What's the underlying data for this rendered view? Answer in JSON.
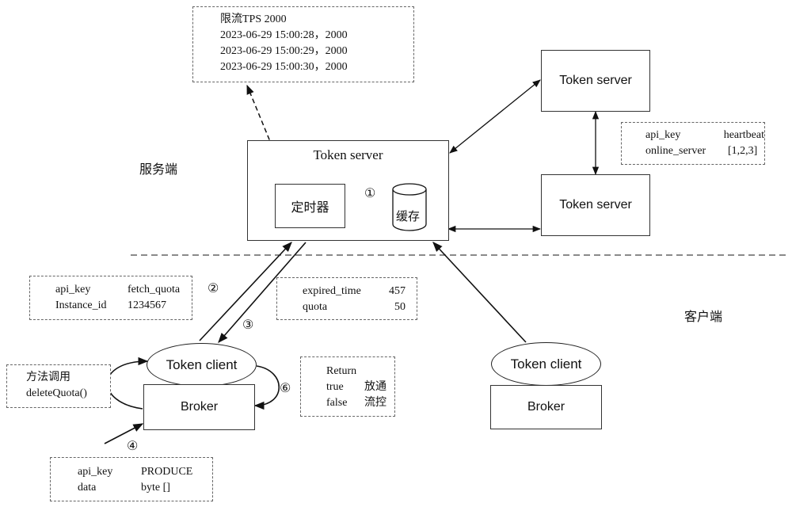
{
  "server_label": "服务端",
  "client_label": "客户端",
  "limit_note": {
    "title": "限流TPS 2000",
    "rows": [
      "2023-06-29 15:00:28，2000",
      "2023-06-29 15:00:29，2000",
      "2023-06-29 15:00:30，2000"
    ]
  },
  "main_server": {
    "title": "Token server",
    "timer": "定时器",
    "cache": "缓存"
  },
  "right_server_top": "Token server",
  "right_server_bottom": "Token server",
  "heartbeat_note": {
    "rows": [
      {
        "key": "api_key",
        "value": "heartbeat"
      },
      {
        "key": "online_server",
        "value": "[1,2,3]"
      }
    ]
  },
  "fetch_note": {
    "rows": [
      {
        "key": "api_key",
        "value": "fetch_quota"
      },
      {
        "key": "Instance_id",
        "value": "1234567"
      }
    ]
  },
  "quota_note": {
    "rows": [
      {
        "key": "expired_time",
        "value": "457"
      },
      {
        "key": "quota",
        "value": "50"
      }
    ]
  },
  "method_note": {
    "title": "方法调用",
    "call": "deleteQuota()"
  },
  "return_note": {
    "title": "Return",
    "rows": [
      {
        "key": "true",
        "value": "放通"
      },
      {
        "key": "false",
        "value": "流控"
      }
    ]
  },
  "produce_note": {
    "rows": [
      {
        "key": "api_key",
        "value": "PRODUCE"
      },
      {
        "key": "data",
        "value": "byte []"
      }
    ]
  },
  "left_client": {
    "token_client": "Token client",
    "broker": "Broker"
  },
  "right_client": {
    "token_client": "Token client",
    "broker": "Broker"
  },
  "step_markers": {
    "s1": "①",
    "s2": "②",
    "s3": "③",
    "s4": "④",
    "s6": "⑥"
  }
}
